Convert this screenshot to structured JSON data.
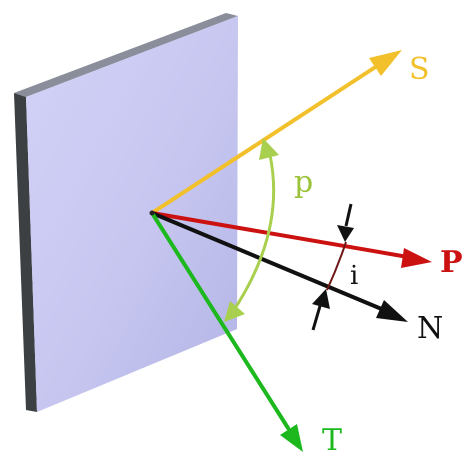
{
  "diagram": {
    "labels": {
      "S": "S",
      "P": "P",
      "N": "N",
      "T": "T",
      "p": "p",
      "i": "i"
    },
    "colors": {
      "S": "#f2c02a",
      "P": "#cc1111",
      "N": "#111111",
      "T": "#1db81d",
      "p_arc": "#a9cf4e",
      "p_label": "#9bc43a",
      "plate_front": "#c9c9f4",
      "plate_side": "#3b3f41",
      "plate_top": "#8f93a0"
    },
    "icons": [
      "plate-surface",
      "s-vector-arrow",
      "p-vector-arrow",
      "n-normal-arrow",
      "t-vector-arrow",
      "angle-p-arc",
      "angle-i-marker"
    ]
  }
}
